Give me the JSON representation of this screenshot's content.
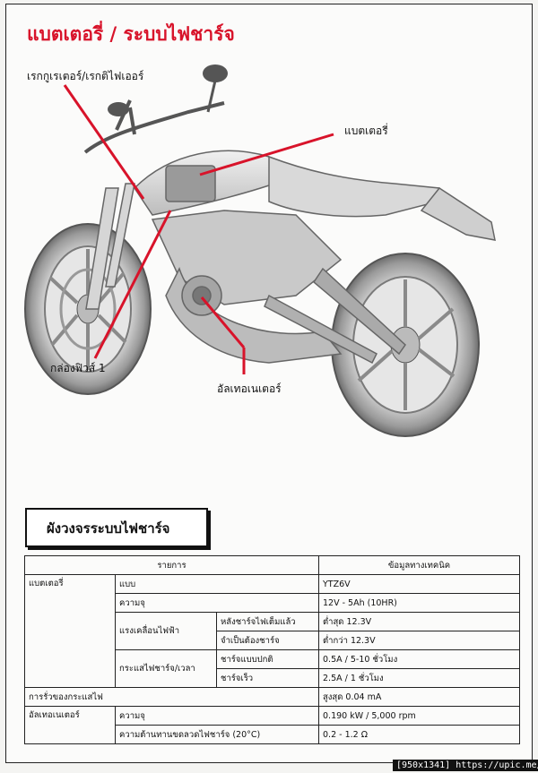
{
  "page": {
    "title": "แบตเตอรี่ / ระบบไฟชาร์จ",
    "callouts": {
      "regulator": "เรกกูเรเตอร์/เรกติไฟเออร์",
      "battery": "แบตเตอรี่",
      "fuse_box": "กล่องฟิวส์ 1",
      "alternator": "อัลเทอเนเตอร์"
    },
    "section_title": "ผังวงจรระบบไฟชาร์จ",
    "footer": "[950x1341] https://upic.me/"
  },
  "table": {
    "header_item": "รายการ",
    "header_spec": "ข้อมูลทางเทคนิค",
    "battery_label": "แบตเตอรี่",
    "battery_type_label": "แบบ",
    "battery_type_value": "YTZ6V",
    "capacity_label": "ความจุ",
    "capacity_value": "12V - 5Ah (10HR)",
    "voltage_label": "แรงเคลื่อนไฟฟ้า",
    "voltage_full_label": "หลังชาร์จไฟเต็มแล้ว",
    "voltage_full_value": "ต่ำสุด 12.3V",
    "voltage_need_label": "จำเป็นต้องชาร์จ",
    "voltage_need_value": "ต่ำกว่า 12.3V",
    "current_label": "กระแสไฟชาร์จ/เวลา",
    "charge_normal_label": "ชาร์จแบบปกติ",
    "charge_normal_value": "0.5A / 5-10 ชั่วโมง",
    "charge_quick_label": "ชาร์จเร็ว",
    "charge_quick_value": "2.5A / 1 ชั่วโมง",
    "leakage_label": "การรั่วของกระแสไฟ",
    "leakage_value": "สูงสุด 0.04 mA",
    "alternator_label": "อัลเทอเนเตอร์",
    "alt_capacity_label": "ความจุ",
    "alt_capacity_value": "0.190 kW / 5,000 rpm",
    "coil_resistance_label": "ความต้านทานขดลวดไฟชาร์จ (20°C)",
    "coil_resistance_value": "0.2 - 1.2 Ω"
  }
}
